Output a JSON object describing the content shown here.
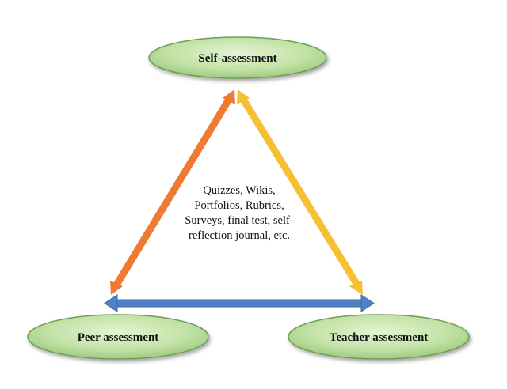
{
  "nodes": {
    "self": "Self-assessment",
    "peer": "Peer assessment",
    "teacher": "Teacher assessment"
  },
  "center_text": [
    "Quizzes, Wikis,",
    "Portfolios, Rubrics,",
    "Surveys, final test, self-",
    "reflection journal, etc."
  ],
  "colors": {
    "node_fill_light": "#d9efc4",
    "node_fill_dark": "#9fcc80",
    "node_stroke": "#6f9d55",
    "arrow_left": "#ef7a33",
    "arrow_right": "#f7c033",
    "arrow_bottom": "#4f81c4"
  }
}
